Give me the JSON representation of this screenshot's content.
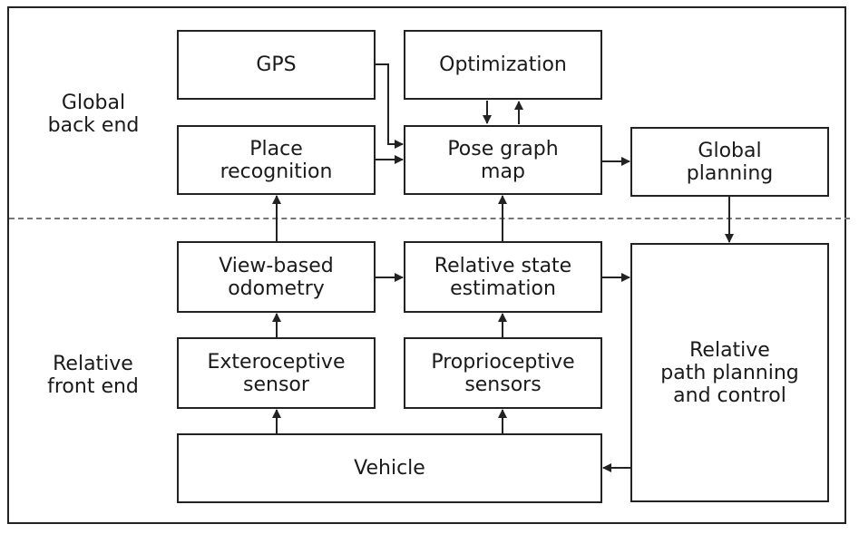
{
  "sections": {
    "global": [
      "Global",
      "back end"
    ],
    "relative": [
      "Relative",
      "front end"
    ]
  },
  "boxes": {
    "gps": [
      "GPS"
    ],
    "optimization": [
      "Optimization"
    ],
    "place_recognition": [
      "Place",
      "recognition"
    ],
    "pose_graph_map": [
      "Pose graph",
      "map"
    ],
    "global_planning": [
      "Global",
      "planning"
    ],
    "view_based_odometry": [
      "View-based",
      "odometry"
    ],
    "relative_state_estimation": [
      "Relative state",
      "estimation"
    ],
    "relative_path_planning": [
      "Relative",
      "path planning",
      "and control"
    ],
    "exteroceptive_sensor": [
      "Exteroceptive",
      "sensor"
    ],
    "proprioceptive_sensors": [
      "Proprioceptive",
      "sensors"
    ],
    "vehicle": [
      "Vehicle"
    ]
  },
  "colors": {
    "line": "#222222",
    "divider": "#777777"
  }
}
